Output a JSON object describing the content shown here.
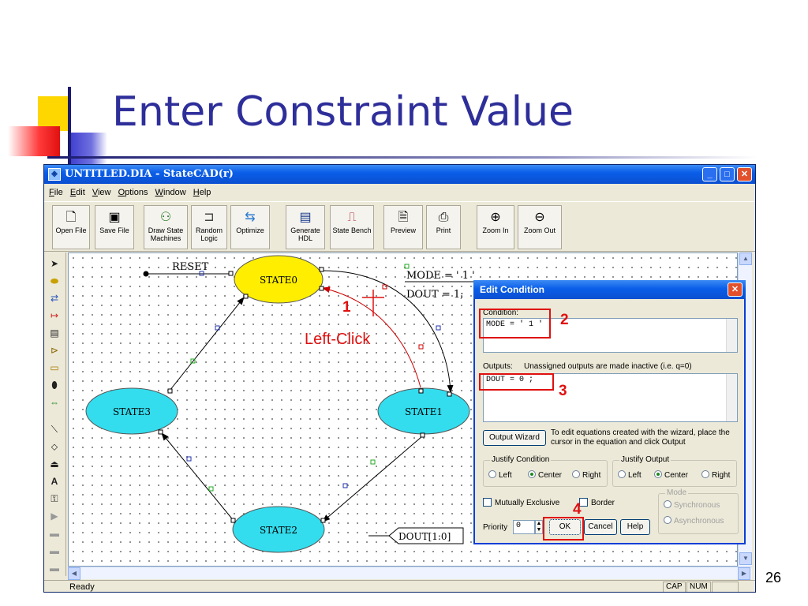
{
  "slide": {
    "title": "Enter Constraint Value",
    "page_number": "26"
  },
  "window": {
    "title": "UNTITLED.DIA - StateCAD(r)",
    "controls": {
      "minimize": "_",
      "maximize": "□",
      "close": "✕"
    }
  },
  "menu": [
    "File",
    "Edit",
    "View",
    "Options",
    "Window",
    "Help"
  ],
  "toolbar": [
    {
      "label": "Open File",
      "icon": "document-icon"
    },
    {
      "label": "Save File",
      "icon": "floppy-icon"
    },
    {
      "label": "Draw State Machines",
      "icon": "state-machine-icon"
    },
    {
      "label": "Random Logic",
      "icon": "logic-icon"
    },
    {
      "label": "Optimize",
      "icon": "optimize-icon"
    },
    {
      "label": "Generate HDL",
      "icon": "hdl-icon"
    },
    {
      "label": "State Bench",
      "icon": "waveform-icon"
    },
    {
      "label": "Preview",
      "icon": "preview-icon"
    },
    {
      "label": "Print",
      "icon": "printer-icon"
    },
    {
      "label": "Zoom In",
      "icon": "zoom-in-icon"
    },
    {
      "label": "Zoom Out",
      "icon": "zoom-out-icon"
    }
  ],
  "diagram": {
    "reset_label": "RESET",
    "states": [
      "STATE0",
      "STATE1",
      "STATE2",
      "STATE3"
    ],
    "condition_text": "MODE = ' 1 '",
    "output_text": "DOUT = 1;",
    "output_port": "DOUT[1:0]",
    "colors": {
      "active_state": "#ffee00",
      "state": "#33ddee",
      "selected_transition": "#cc0000"
    }
  },
  "dialog": {
    "title": "Edit Condition",
    "condition_label": "Condition:",
    "condition_value": "MODE = ' 1 '",
    "outputs_label": "Outputs:",
    "outputs_note": "Unassigned outputs are made inactive (i.e. q=0)",
    "outputs_value": "DOUT = 0 ;",
    "output_wizard_label": "Output Wizard",
    "output_wizard_note": "To edit equations created with the wizard, place the cursor in the equation and click Output",
    "justify_condition": {
      "label": "Justify Condition",
      "options": [
        "Left",
        "Center",
        "Right"
      ],
      "selected": "Center"
    },
    "justify_output": {
      "label": "Justify Output",
      "options": [
        "Left",
        "Center",
        "Right"
      ],
      "selected": "Center"
    },
    "mutually_exclusive_label": "Mutually Exclusive",
    "border_label": "Border",
    "mode": {
      "label": "Mode",
      "options": [
        "Synchronous",
        "Asynchronous"
      ]
    },
    "priority_label": "Priority",
    "priority_value": "0",
    "ok_label": "OK",
    "cancel_label": "Cancel",
    "help_label": "Help"
  },
  "annotations": {
    "step1": "1",
    "step1_text": "Left-Click",
    "step2": "2",
    "step3": "3",
    "step4": "4"
  },
  "status": {
    "ready": "Ready",
    "cap": "CAP",
    "num": "NUM"
  }
}
